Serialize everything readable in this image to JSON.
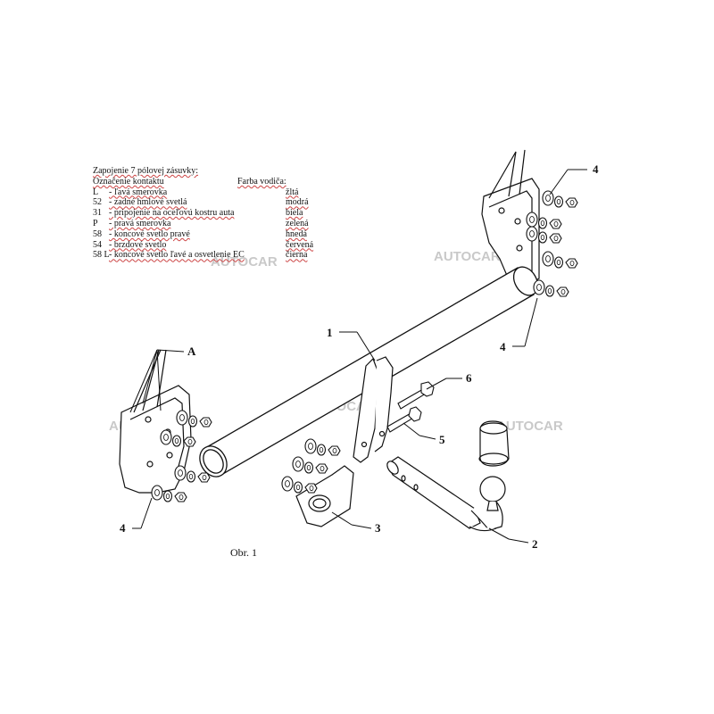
{
  "wiring_table": {
    "title": "Zapojenie 7 pólovej zásuvky:",
    "col_contact": "Označenie kontaktu",
    "col_color": "Farba vodiča:",
    "rows": [
      {
        "code": "L",
        "desc": "- ľavá smerovka",
        "color": "žltá"
      },
      {
        "code": "52",
        "desc": "- zadné hmlové svetlá",
        "color": "modrá"
      },
      {
        "code": "31",
        "desc": "- pripojenie na oceľovú kostru auta",
        "color": "biela"
      },
      {
        "code": "P",
        "desc": "- pravá smerovka",
        "color": "zelená"
      },
      {
        "code": "58",
        "desc": "- koncové svetlo pravé",
        "color": "hnedá"
      },
      {
        "code": "54",
        "desc": "- brzdové svetlo",
        "color": "červená"
      },
      {
        "code": "58 L",
        "desc": "- koncové svetlo ľavé a osvetlenie EC",
        "color": "čierna"
      }
    ]
  },
  "watermark": "AUTOCAR",
  "callouts": {
    "main_bar": "1",
    "ball": "2",
    "socket_plate": "3",
    "fastener_set": "4",
    "bolt_5": "5",
    "bolt_6": "6",
    "point_a": "A"
  },
  "caption": "Obr. 1",
  "colors": {
    "line": "#111111",
    "watermark": "#c9c9c9",
    "squiggle": "#cc4444"
  }
}
